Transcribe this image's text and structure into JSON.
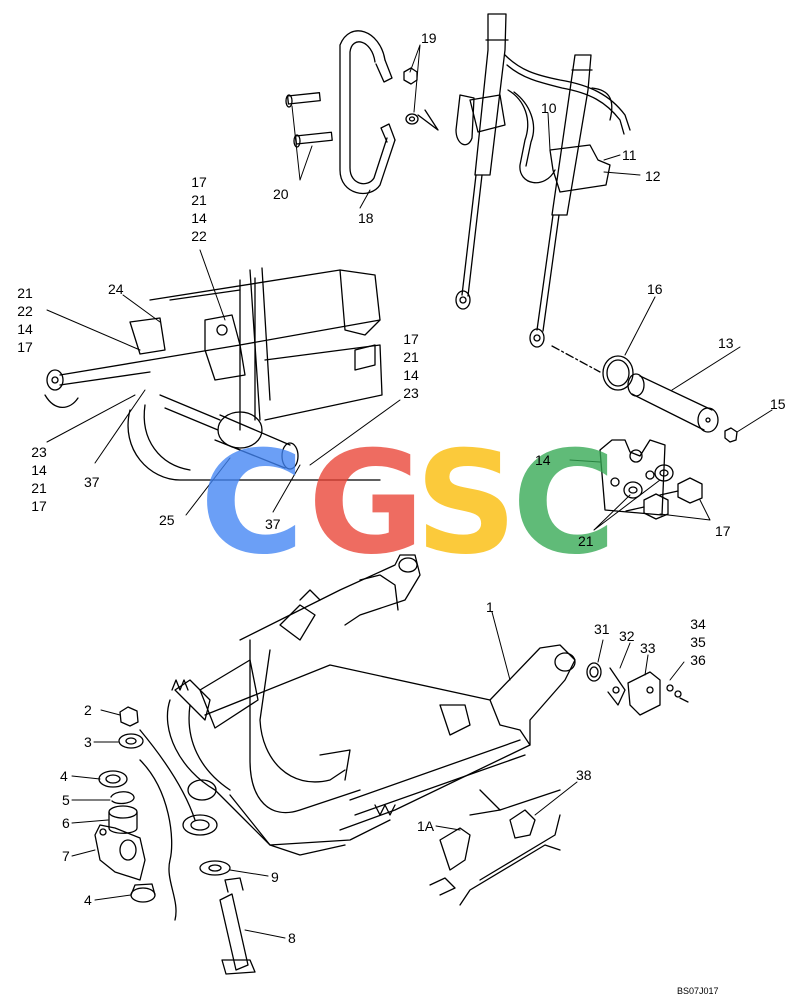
{
  "labels": {
    "l1": "1",
    "l1a": "1A",
    "l2": "2",
    "l3": "3",
    "l4a": "4",
    "l4b": "4",
    "l5": "5",
    "l6": "6",
    "l7": "7",
    "l8": "8",
    "l9": "9",
    "l10": "10",
    "l11": "11",
    "l12": "12",
    "l13": "13",
    "l14": "14",
    "l15": "15",
    "l16": "16",
    "l17": "17",
    "l18": "18",
    "l19": "19",
    "l20": "20",
    "l21": "21",
    "l24": "24",
    "l25": "25",
    "l31": "31",
    "l32": "32",
    "l33": "33",
    "l37a": "37",
    "l37b": "37",
    "l38": "38"
  },
  "stacks": {
    "top": [
      "17",
      "21",
      "14",
      "22"
    ],
    "left": [
      "21",
      "22",
      "14",
      "17"
    ],
    "mid": [
      "17",
      "21",
      "14",
      "23"
    ],
    "lower": [
      "23",
      "14",
      "21",
      "17"
    ],
    "right": [
      "34",
      "35",
      "36"
    ]
  },
  "code": "BS07J017",
  "watermark": {
    "letters": [
      "C",
      "G",
      "S",
      "C"
    ],
    "colors": [
      "#4285F4",
      "#EA4335",
      "#FBBC05",
      "#34A853"
    ]
  }
}
